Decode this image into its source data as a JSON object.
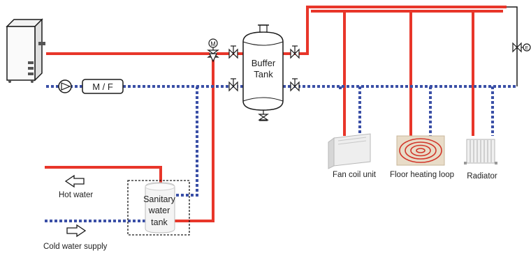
{
  "colors": {
    "hot_pipe": "#e8362a",
    "cold_pipe": "#3a4fa6",
    "outline": "#1a1a1a"
  },
  "labels": {
    "filter": "M / F",
    "valve_m": "M",
    "buffer_tank_line1": "Buffer",
    "buffer_tank_line2": "Tank",
    "valve_e": "E",
    "fan_coil": "Fan coil unit",
    "floor_heating": "Floor heating loop",
    "radiator": "Radiator",
    "hot_water": "Hot water",
    "cold_water": "Cold water supply",
    "dhw_tank_line1": "Sanitary",
    "dhw_tank_line2": "water",
    "dhw_tank_line3": "tank"
  }
}
